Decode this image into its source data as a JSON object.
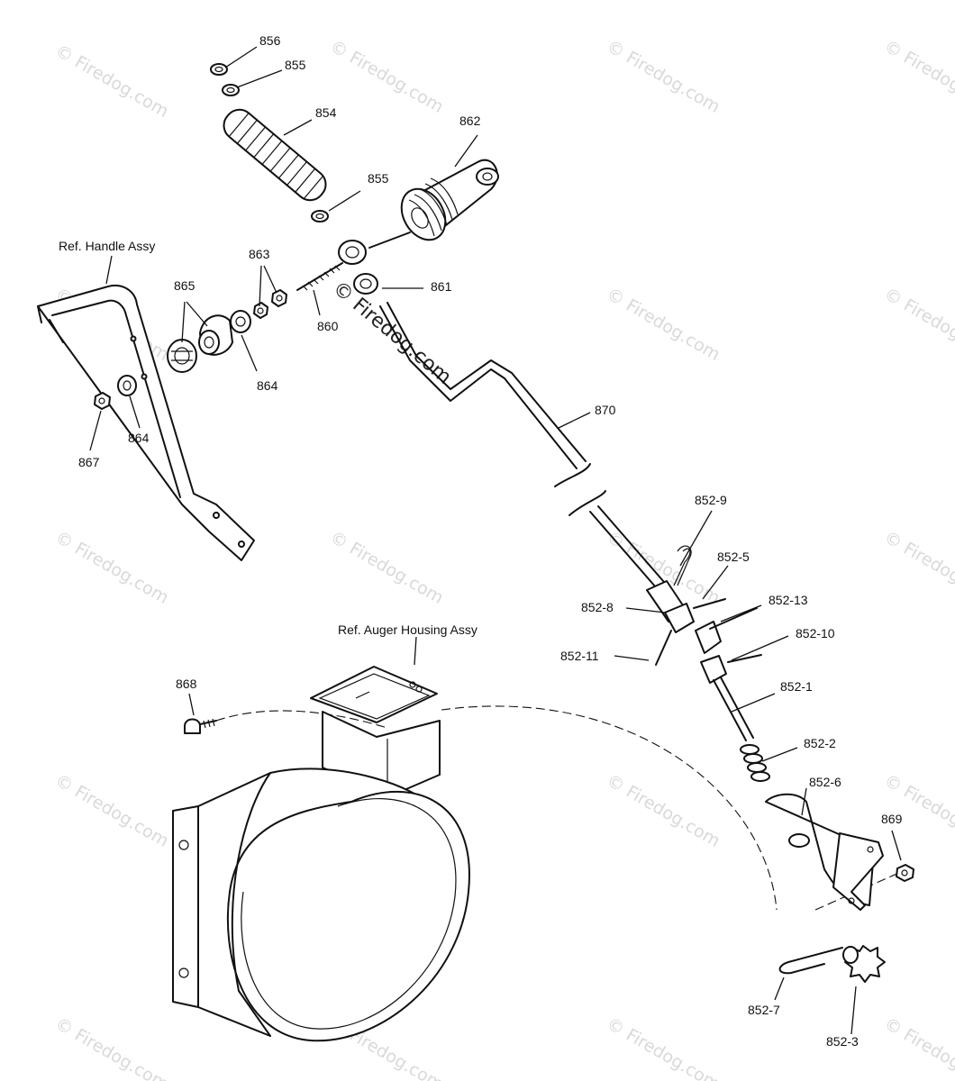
{
  "watermark": {
    "text": "© Firedog.com",
    "center_text": "© Firedog.com"
  },
  "references": {
    "handle_assy": "Ref. Handle Assy",
    "auger_housing_assy": "Ref. Auger Housing Assy"
  },
  "part_labels": {
    "p856": "856",
    "p855a": "855",
    "p854": "854",
    "p862": "862",
    "p855b": "855",
    "p863": "863",
    "p865": "865",
    "p861": "861",
    "p860": "860",
    "p864a": "864",
    "p864b": "864",
    "p867": "867",
    "p870": "870",
    "p852_9": "852-9",
    "p852_5": "852-5",
    "p852_8": "852-8",
    "p852_13": "852-13",
    "p852_10": "852-10",
    "p852_11": "852-11",
    "p852_1": "852-1",
    "p852_2": "852-2",
    "p852_6": "852-6",
    "p869": "869",
    "p868": "868",
    "p852_7": "852-7",
    "p852_3": "852-3"
  },
  "colors": {
    "ink": "#111111",
    "watermark": "#d9d9d9",
    "background": "#ffffff"
  }
}
